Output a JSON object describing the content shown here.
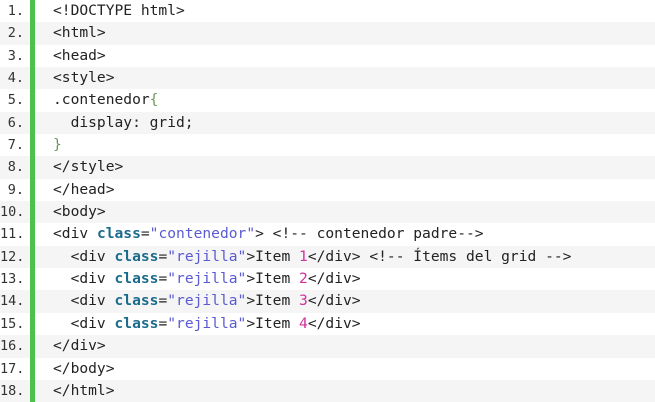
{
  "colors": {
    "gutter_bar": "#4cc24c",
    "keyword": "#1b6b8c",
    "string": "#5a5ad2",
    "number": "#d0309c",
    "brace": "#6a9a5a"
  },
  "lines": [
    {
      "num": "1.",
      "tokens": [
        [
          "t",
          "<!DOCTYPE html>"
        ]
      ]
    },
    {
      "num": "2.",
      "tokens": [
        [
          "t",
          "<html>"
        ]
      ]
    },
    {
      "num": "3.",
      "tokens": [
        [
          "t",
          "<head>"
        ]
      ]
    },
    {
      "num": "4.",
      "tokens": [
        [
          "t",
          "<style>"
        ]
      ]
    },
    {
      "num": "5.",
      "tokens": [
        [
          "t",
          ".contenedor"
        ],
        [
          "brace",
          "{"
        ]
      ]
    },
    {
      "num": "6.",
      "tokens": [
        [
          "t",
          "  display: grid;"
        ]
      ]
    },
    {
      "num": "7.",
      "tokens": [
        [
          "brace",
          "}"
        ]
      ]
    },
    {
      "num": "8.",
      "tokens": [
        [
          "t",
          "</style>"
        ]
      ]
    },
    {
      "num": "9.",
      "tokens": [
        [
          "t",
          "</head>"
        ]
      ]
    },
    {
      "num": "10.",
      "tokens": [
        [
          "t",
          "<body>"
        ]
      ]
    },
    {
      "num": "11.",
      "tokens": [
        [
          "t",
          "<div "
        ],
        [
          "kw",
          "class"
        ],
        [
          "t",
          "="
        ],
        [
          "str",
          "\"contenedor\""
        ],
        [
          "t",
          "> <!-- contenedor padre-->"
        ]
      ]
    },
    {
      "num": "12.",
      "tokens": [
        [
          "t",
          "  <div "
        ],
        [
          "kw",
          "class"
        ],
        [
          "t",
          "="
        ],
        [
          "str",
          "\"rejilla\""
        ],
        [
          "t",
          ">Item "
        ],
        [
          "numtok",
          "1"
        ],
        [
          "t",
          "</div> <!-- Ítems del grid -->"
        ]
      ]
    },
    {
      "num": "13.",
      "tokens": [
        [
          "t",
          "  <div "
        ],
        [
          "kw",
          "class"
        ],
        [
          "t",
          "="
        ],
        [
          "str",
          "\"rejilla\""
        ],
        [
          "t",
          ">Item "
        ],
        [
          "numtok",
          "2"
        ],
        [
          "t",
          "</div>"
        ]
      ]
    },
    {
      "num": "14.",
      "tokens": [
        [
          "t",
          "  <div "
        ],
        [
          "kw",
          "class"
        ],
        [
          "t",
          "="
        ],
        [
          "str",
          "\"rejilla\""
        ],
        [
          "t",
          ">Item "
        ],
        [
          "numtok",
          "3"
        ],
        [
          "t",
          "</div>"
        ]
      ]
    },
    {
      "num": "15.",
      "tokens": [
        [
          "t",
          "  <div "
        ],
        [
          "kw",
          "class"
        ],
        [
          "t",
          "="
        ],
        [
          "str",
          "\"rejilla\""
        ],
        [
          "t",
          ">Item "
        ],
        [
          "numtok",
          "4"
        ],
        [
          "t",
          "</div>"
        ]
      ]
    },
    {
      "num": "16.",
      "tokens": [
        [
          "t",
          "</div>"
        ]
      ]
    },
    {
      "num": "17.",
      "tokens": [
        [
          "t",
          "</body>"
        ]
      ]
    },
    {
      "num": "18.",
      "tokens": [
        [
          "t",
          "</html>"
        ]
      ]
    }
  ]
}
